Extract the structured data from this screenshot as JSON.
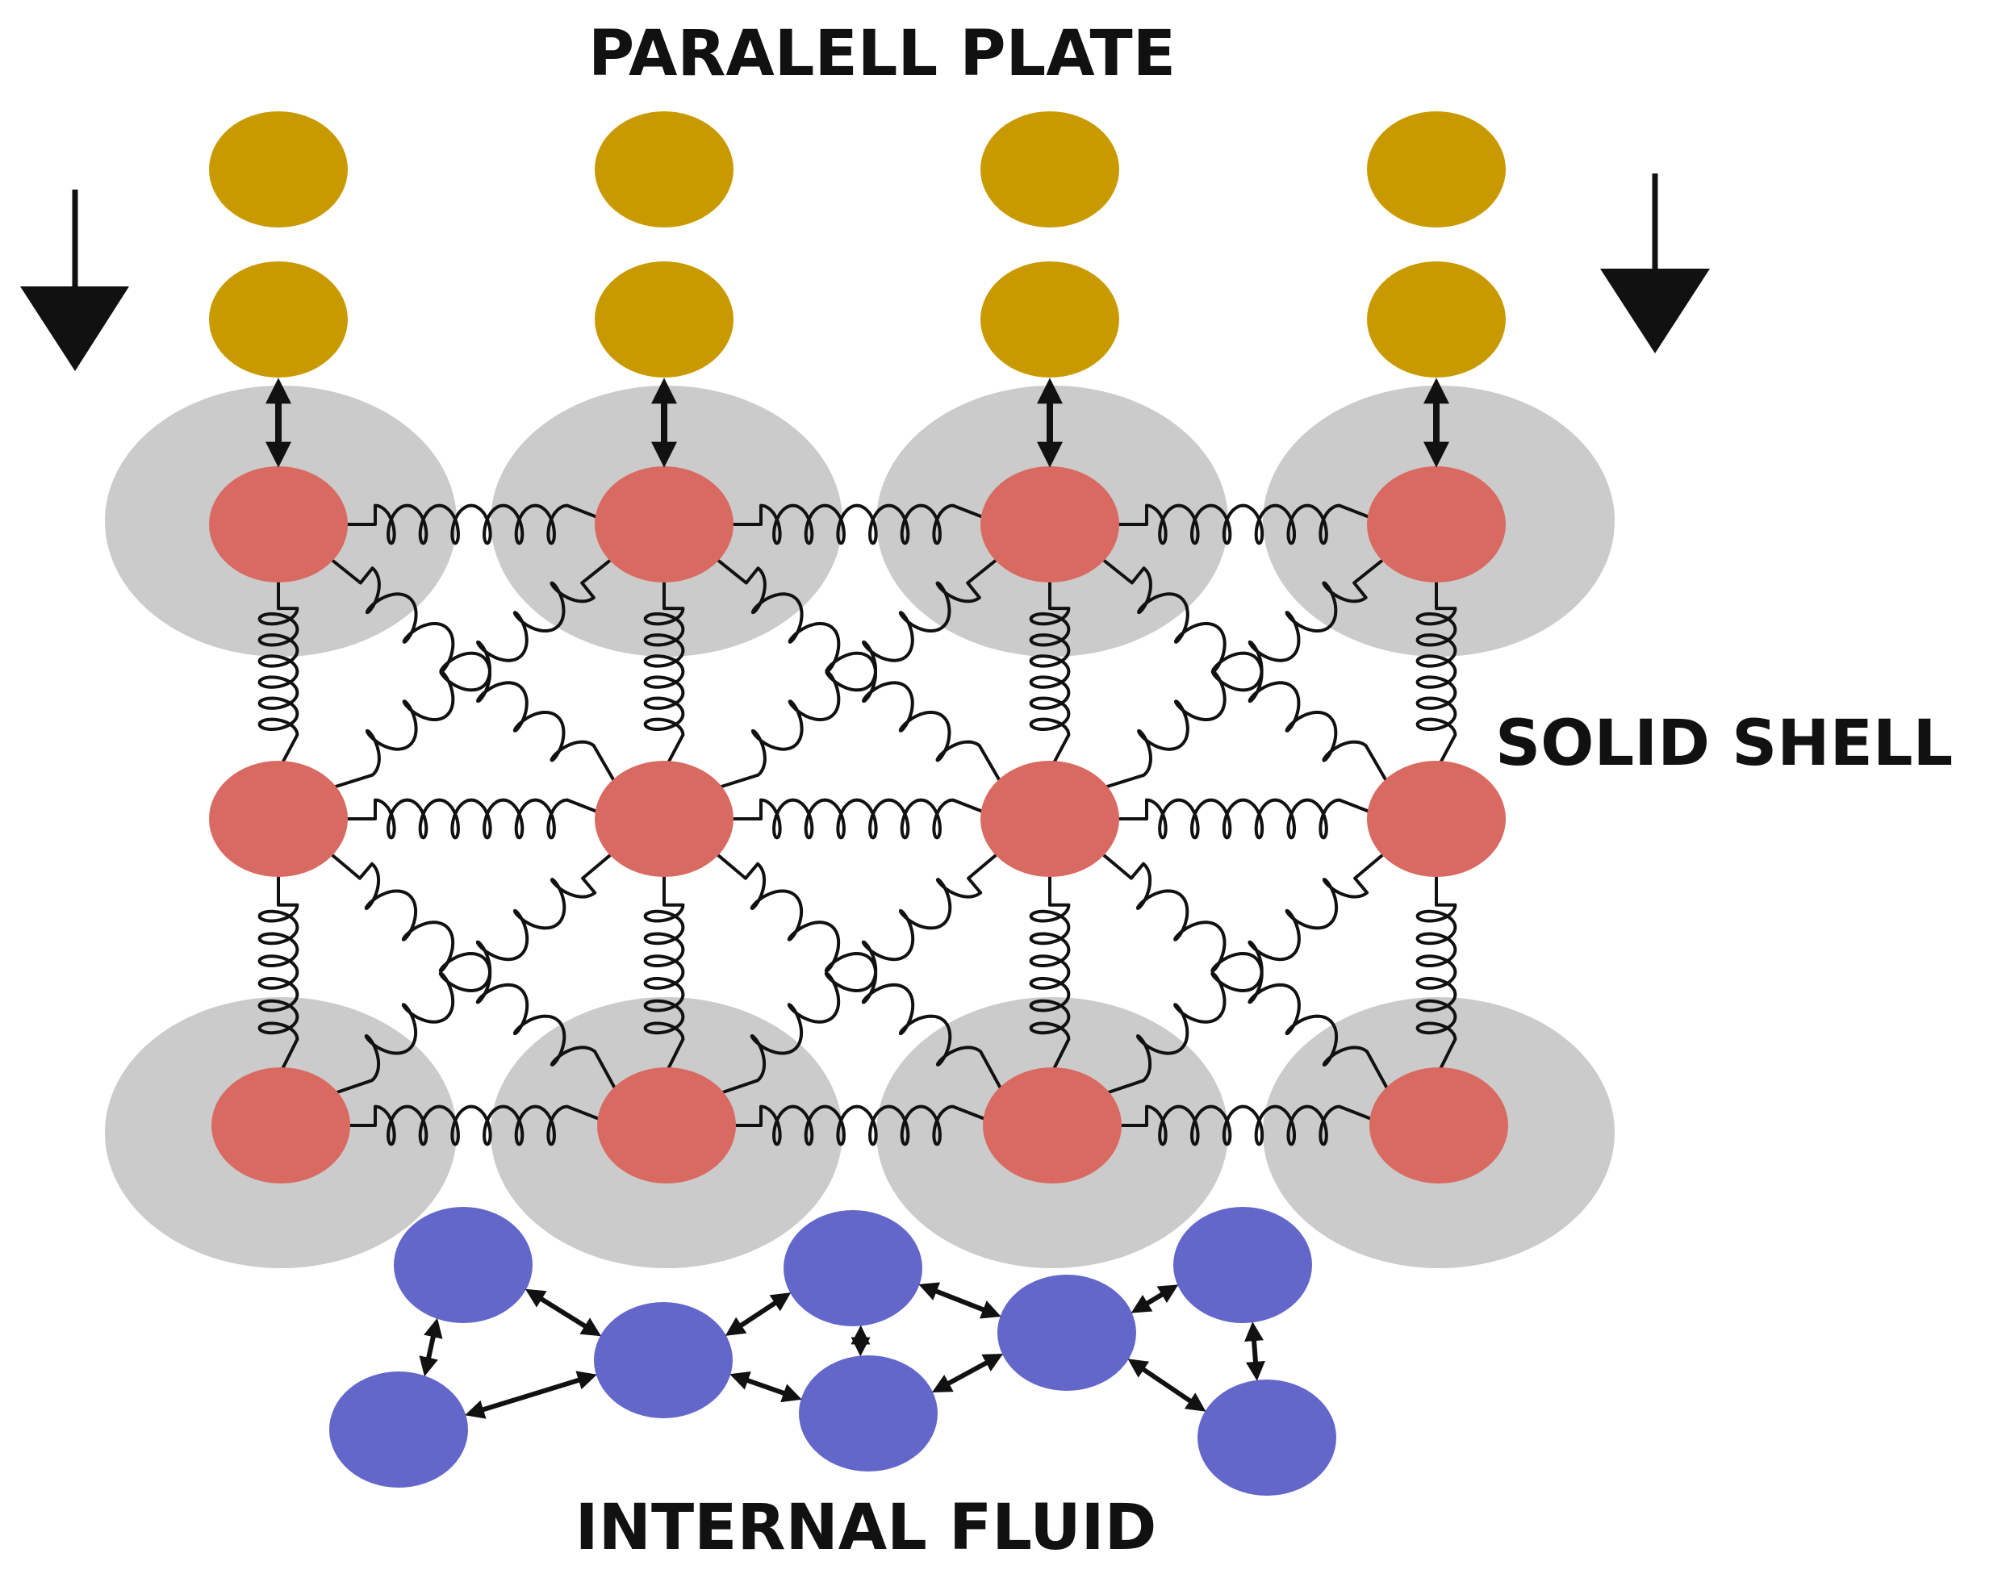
{
  "labels": {
    "top": "PARALELL PLATE",
    "right": "SOLID SHELL",
    "bottom": "INTERNAL FLUID"
  },
  "colors": {
    "plate": "#C99A00",
    "shell_node": "#D96A62",
    "halo": "#CBCBCB",
    "fluid": "#6367C9",
    "ink": "#111111",
    "background": "#FFFFFF"
  },
  "components": {
    "plate_particles": 8,
    "shell_nodes": 12,
    "fluid_particles": 8
  }
}
